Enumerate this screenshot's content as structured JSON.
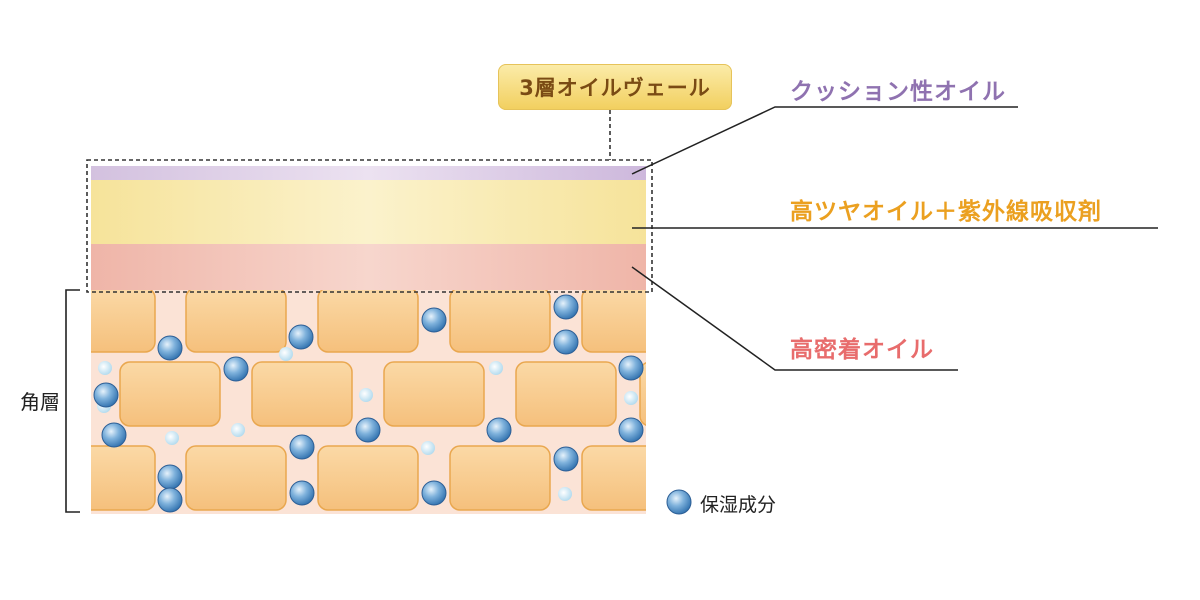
{
  "labels": {
    "veil": "3層オイルヴェール",
    "cushion_oil": "クッション性オイル",
    "gloss_oil": "高ツヤオイル＋紫外線吸収剤",
    "adhesive_oil": "高密着オイル",
    "stratum_corneum": "角層",
    "moisturizer": "保湿成分"
  },
  "colors": {
    "cushion_layer": "#d9c6e3",
    "gloss_layer": "#f8e9a8",
    "adhesive_layer": "#f0b9ad",
    "cell_fill": "#f7c98a",
    "cell_stroke": "#e9a74f",
    "tissue_bg": "#fbe3d6",
    "moisture_dot": "#3f86c6",
    "cushion_text": "#8f72b0",
    "gloss_text": "#eba020",
    "adhesive_text": "#e86c6c",
    "badge_text": "#7a4b14"
  },
  "icons": {
    "moisture": "blue-sphere-icon"
  }
}
